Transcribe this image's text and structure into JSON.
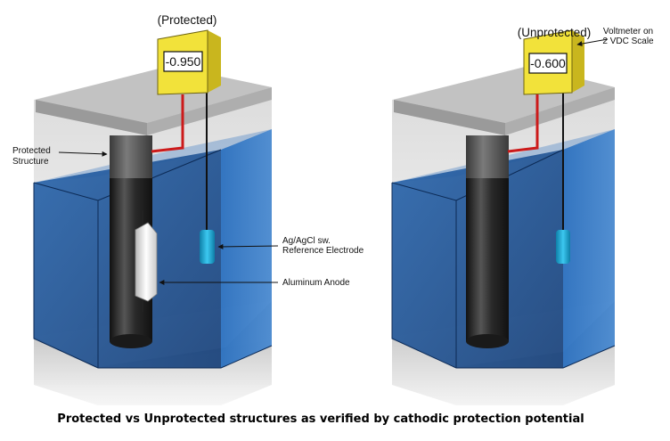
{
  "caption": "Protected vs Unprotected structures as verified by cathodic protection potential",
  "left_panel": {
    "title": "(Protected)",
    "meter_reading": "-0.950",
    "labels": {
      "structure_line1": "Protected",
      "structure_line2": "Structure",
      "electrode_line1": "Ag/AgCl sw.",
      "electrode_line2": "Reference Electrode",
      "anode": "Aluminum Anode"
    }
  },
  "right_panel": {
    "title": "(Unprotected)",
    "meter_reading": "-0.600",
    "labels": {
      "voltmeter_line1": "Voltmeter on",
      "voltmeter_line2": "2 VDC Scale"
    }
  },
  "colors": {
    "water": "#1f5a9e",
    "meter_yellow": "#f2e23a",
    "pipe_dark": "#2a2a2a",
    "wire_red": "#cc1a1a",
    "electrode_cyan": "#1aa8d8",
    "platform": "#c8c8c8"
  }
}
